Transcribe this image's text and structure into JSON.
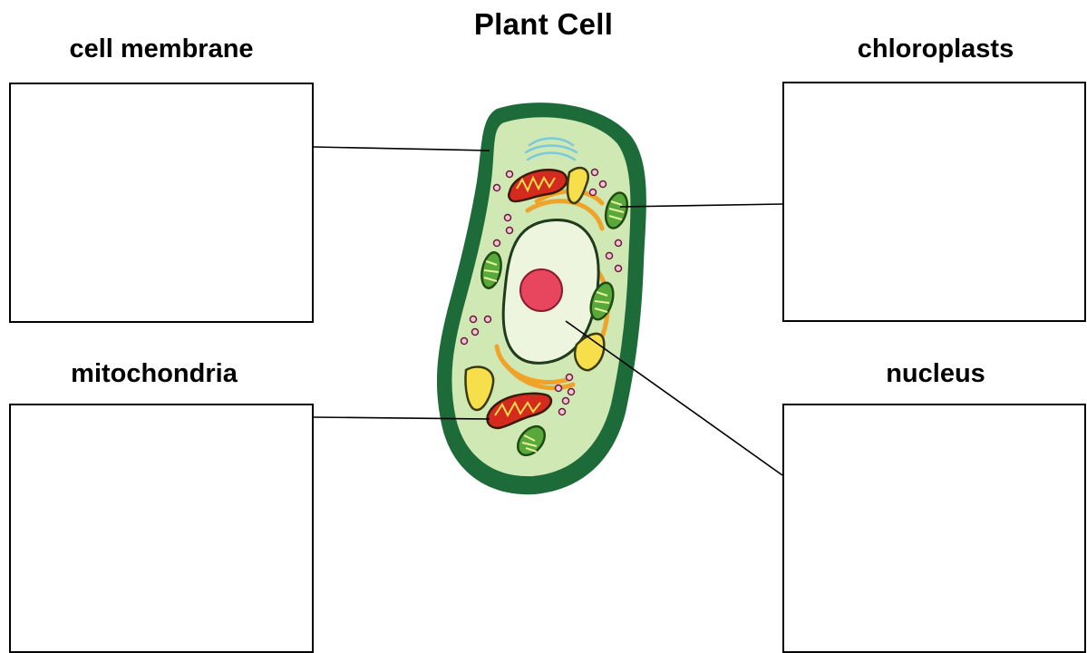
{
  "worksheet": {
    "title": "Plant Cell",
    "labels": {
      "cell_membrane": "cell membrane",
      "chloroplasts": "chloroplasts",
      "mitochondria": "mitochondria",
      "nucleus": "nucleus"
    }
  },
  "colors": {
    "cell_wall": "#1e6b3a",
    "cytoplasm": "#cfe8b4",
    "nucleus_fill": "#eef5de",
    "nucleolus": "#e8465f",
    "mitochondria": "#d42b1e",
    "chloroplast": "#58a83a",
    "vacuole": "#f6df4a",
    "endoplasmic_reticulum": "#f0a32a",
    "golgi": "#7cc8dc",
    "vesicles": "#c0507a"
  }
}
